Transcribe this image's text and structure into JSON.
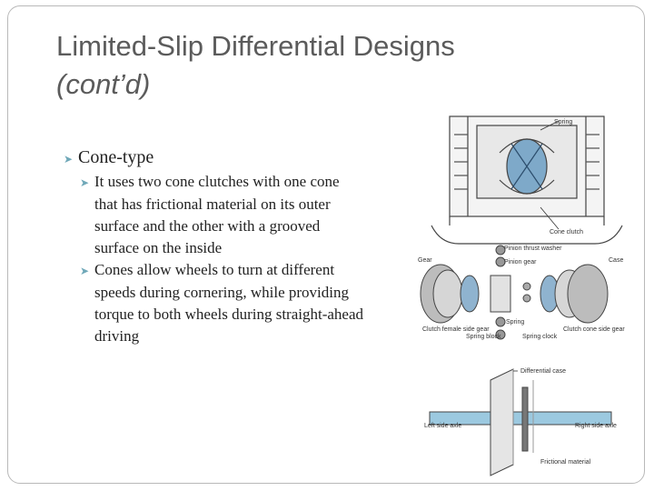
{
  "title": {
    "line1": "Limited-Slip Differential Designs",
    "line2": "(cont’d)"
  },
  "bullets": {
    "level1": "Cone-type",
    "items": [
      "It uses two cone clutches with one cone that has frictional material on its outer surface and the other with a grooved surface on the inside",
      "Cones allow wheels to turn at different speeds during cornering, while providing torque to both wheels during straight-ahead driving"
    ]
  },
  "diagram": {
    "top_labels": [
      "Spring",
      "Cone clutch"
    ],
    "exploded_labels": [
      "Pinion thrust washer",
      "Pinion gear",
      "Gear",
      "Case",
      "Clutch female side gear",
      "Spring block",
      "Spring",
      "Spring clock",
      "Clutch cone side gear"
    ],
    "bottom_labels": [
      "Differential case",
      "Left side axle",
      "Right side axle",
      "Frictional material"
    ]
  }
}
